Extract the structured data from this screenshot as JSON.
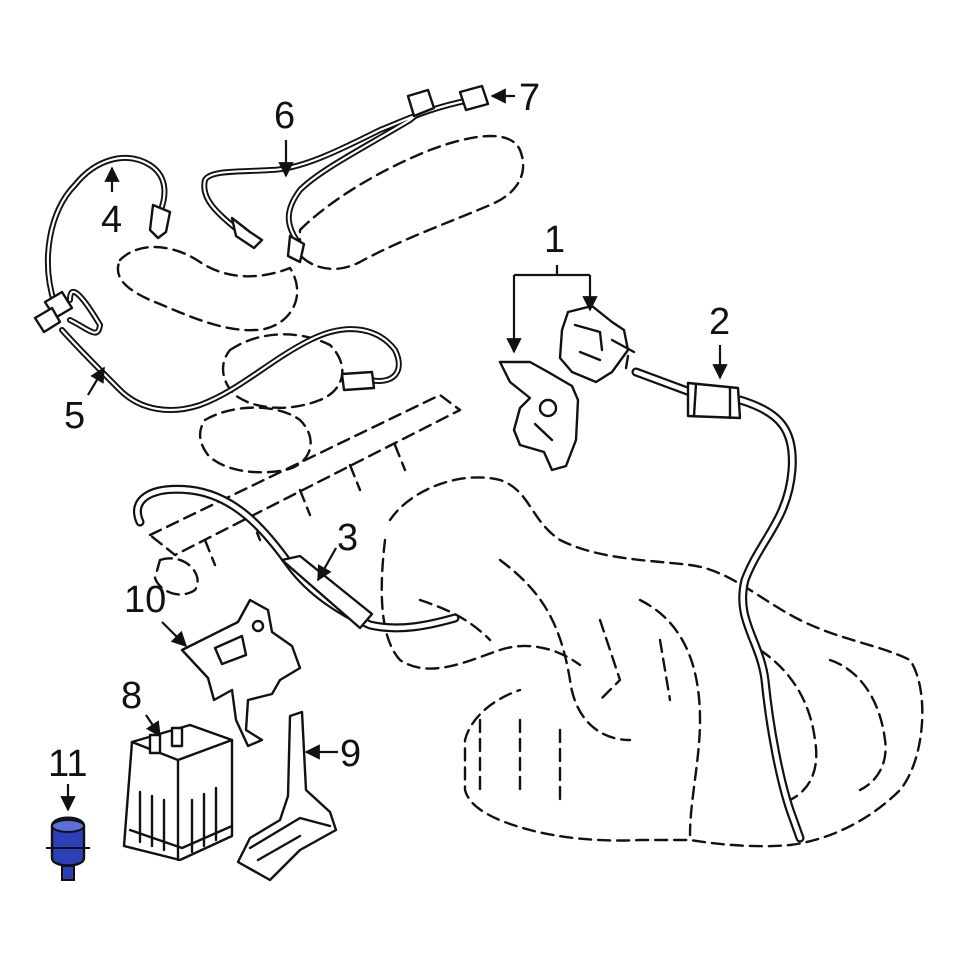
{
  "colors": {
    "background": "#ffffff",
    "line": "#111111",
    "highlight_part": "#2a3fb8"
  },
  "callouts": [
    {
      "id": "1",
      "text": "1"
    },
    {
      "id": "2",
      "text": "2"
    },
    {
      "id": "3",
      "text": "3"
    },
    {
      "id": "4",
      "text": "4"
    },
    {
      "id": "5",
      "text": "5"
    },
    {
      "id": "6",
      "text": "6"
    },
    {
      "id": "7",
      "text": "7"
    },
    {
      "id": "8",
      "text": "8"
    },
    {
      "id": "9",
      "text": "9"
    },
    {
      "id": "10",
      "text": "10"
    },
    {
      "id": "11",
      "text": "11"
    }
  ],
  "highlighted_callout": "11"
}
